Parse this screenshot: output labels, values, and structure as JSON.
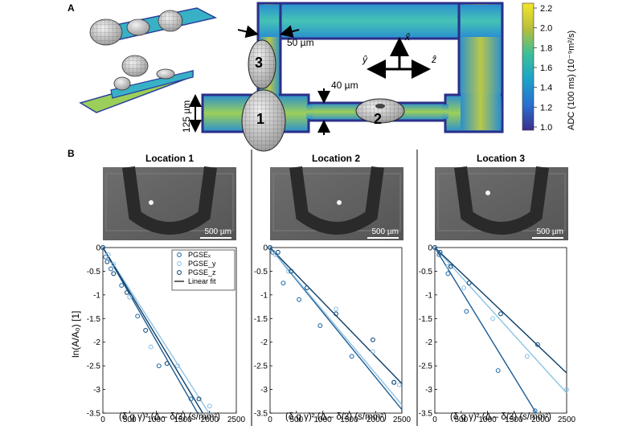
{
  "panel_a": {
    "label": "A",
    "numbers": [
      "1",
      "2",
      "3"
    ],
    "dim_width": "50 µm",
    "dim_channel": "40 µm",
    "dim_height": "125 µm",
    "axis_x": "x̂",
    "axis_y": "ŷ",
    "axis_z": "ẑ",
    "colorbar": {
      "label": "ADC (100 ms) (10⁻⁹m²/s)",
      "ticks": [
        "2.2",
        "2.0",
        "1.8",
        "1.6",
        "1.4",
        "1.2",
        "1.0"
      ]
    }
  },
  "panel_b": {
    "label": "B",
    "scalebar": "500 µm",
    "ylabel": "ln(A/A₀) [1]",
    "xlabel": "(δ g γ)² (Δ – δ/3) (s/mm²)",
    "legend": [
      "PGSEₓ",
      "PGSE_y",
      "PGSE_z",
      "Linear fit"
    ]
  },
  "colors": {
    "x_series": "#2b73b0",
    "y_series": "#8fc3e6",
    "z_series": "#17507f",
    "fit_x": "#1d5c95",
    "fit_y": "#8cc3e4",
    "fit_z": "#0e3d66"
  },
  "chart_data": [
    {
      "type": "scatter",
      "title": "Location 1",
      "xlabel": "(δ g γ)² (Δ – δ/3) (s/mm²)",
      "ylabel": "ln(A/A₀) [1]",
      "xlim": [
        0,
        2500
      ],
      "ylim": [
        -3.5,
        0
      ],
      "xticks": [
        "0",
        "500",
        "1000",
        "1500",
        "2000",
        "2500"
      ],
      "yticks": [
        "0",
        "-0.5",
        "-1",
        "-1.5",
        "-2",
        "-2.5",
        "-3",
        "-3.5"
      ],
      "series": [
        {
          "name": "PGSEₓ",
          "x": [
            0,
            50,
            150,
            350,
            650,
            1050,
            1650
          ],
          "y": [
            0,
            -0.2,
            -0.45,
            -0.8,
            -1.45,
            -2.5,
            -3.2
          ]
        },
        {
          "name": "PGSE_y",
          "x": [
            0,
            100,
            200,
            500,
            900,
            1400,
            2000
          ],
          "y": [
            0,
            -0.15,
            -0.35,
            -1.05,
            -2.1,
            -2.5,
            -3.35
          ]
        },
        {
          "name": "PGSE_z",
          "x": [
            0,
            80,
            200,
            450,
            800,
            1200,
            1800
          ],
          "y": [
            0,
            -0.3,
            -0.55,
            -0.95,
            -1.75,
            -2.45,
            -3.2
          ]
        }
      ],
      "fits": [
        {
          "name": "PGSEₓ",
          "slope": -0.00197
        },
        {
          "name": "PGSE_y",
          "slope": -0.00176
        },
        {
          "name": "PGSE_z",
          "slope": -0.00187
        }
      ]
    },
    {
      "type": "scatter",
      "title": "Location 2",
      "xlabel": "(δ g γ)² (Δ – δ/3) (s/mm²)",
      "ylabel": "",
      "xlim": [
        0,
        2500
      ],
      "ylim": [
        -3.5,
        0
      ],
      "xticks": [
        "0",
        "500",
        "1000",
        "1500",
        "2000",
        "2500"
      ],
      "yticks": [
        "0",
        "-0.5",
        "-1",
        "-1.5",
        "-2",
        "-2.5",
        "-3",
        "-3.5"
      ],
      "series": [
        {
          "name": "PGSEₓ",
          "x": [
            0,
            50,
            250,
            550,
            950,
            1550,
            2350
          ],
          "y": [
            0,
            -0.1,
            -0.75,
            -1.1,
            -1.65,
            -2.3,
            -2.85
          ]
        },
        {
          "name": "PGSE_y",
          "x": [
            0,
            100,
            350,
            700,
            1250,
            1950,
            2450
          ],
          "y": [
            0,
            -0.15,
            -0.5,
            -0.85,
            -1.3,
            -2.2,
            -2.9
          ]
        },
        {
          "name": "PGSE_z",
          "x": [
            0,
            150,
            400,
            700,
            1250,
            1950,
            2350
          ],
          "y": [
            0,
            -0.1,
            -0.5,
            -0.85,
            -1.4,
            -1.95,
            -2.85
          ]
        }
      ],
      "fits": [
        {
          "name": "PGSEₓ",
          "slope": -0.00137
        },
        {
          "name": "PGSE_y",
          "slope": -0.00133
        },
        {
          "name": "PGSE_z",
          "slope": -0.00115
        }
      ]
    },
    {
      "type": "scatter",
      "title": "Location 3",
      "xlabel": "(δ g γ)² (Δ – δ/3) (s/mm²)",
      "ylabel": "",
      "xlim": [
        0,
        2500
      ],
      "ylim": [
        -3.5,
        0
      ],
      "xticks": [
        "0",
        "500",
        "1000",
        "1500",
        "2000",
        "2500"
      ],
      "yticks": [
        "0",
        "-0.5",
        "-1",
        "-1.5",
        "-2",
        "-2.5",
        "-3",
        "-3.5"
      ],
      "series": [
        {
          "name": "PGSEₓ",
          "x": [
            0,
            80,
            250,
            600,
            1200,
            1900
          ],
          "y": [
            0,
            -0.15,
            -0.55,
            -1.35,
            -2.6,
            -3.45
          ]
        },
        {
          "name": "PGSE_y",
          "x": [
            0,
            100,
            250,
            550,
            1100,
            1750,
            2500
          ],
          "y": [
            0,
            -0.1,
            -0.4,
            -0.85,
            -1.5,
            -2.3,
            -3.0
          ]
        },
        {
          "name": "PGSE_z",
          "x": [
            0,
            100,
            300,
            650,
            1250,
            1950
          ],
          "y": [
            0,
            -0.1,
            -0.4,
            -0.75,
            -1.4,
            -2.05
          ]
        }
      ],
      "fits": [
        {
          "name": "PGSEₓ",
          "slope": -0.00182
        },
        {
          "name": "PGSE_y",
          "slope": -0.00123
        },
        {
          "name": "PGSE_z",
          "slope": -0.00106
        }
      ]
    }
  ]
}
